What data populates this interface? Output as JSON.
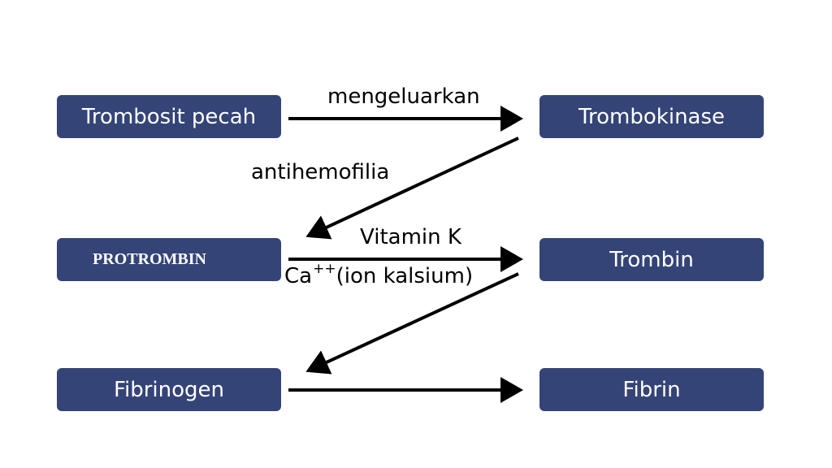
{
  "nodes": {
    "trombosit_pecah": "Trombosit pecah",
    "trombokinase": "Trombokinase",
    "protrombin": "PROTROMBIN",
    "trombin": "Trombin",
    "fibrinogen": "Fibrinogen",
    "fibrin": "Fibrin"
  },
  "edge_labels": {
    "mengeluarkan": "mengeluarkan",
    "antihemofilia": "antihemofilia",
    "vitamin_k": "Vitamin K",
    "ca_base": "Ca",
    "ca_charge": "++",
    "ion_kalsium": "(ion kalsium)"
  },
  "colors": {
    "box_fill": "#344477",
    "box_text": "#ffffff",
    "arrow": "#000000"
  }
}
